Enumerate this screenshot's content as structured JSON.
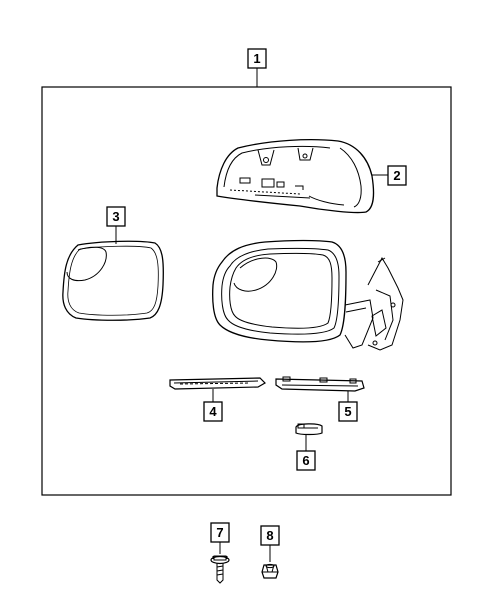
{
  "callouts": {
    "c1": "1",
    "c2": "2",
    "c3": "3",
    "c4": "4",
    "c5": "5",
    "c6": "6",
    "c7": "7",
    "c8": "8"
  },
  "parts": [
    {
      "callout": "1",
      "icon": "mirror-assembly-outline"
    },
    {
      "callout": "2",
      "icon": "mirror-cover-cap-icon"
    },
    {
      "callout": "3",
      "icon": "mirror-glass-icon"
    },
    {
      "callout": "4",
      "icon": "trim-strip-icon"
    },
    {
      "callout": "5",
      "icon": "bracket-strip-icon"
    },
    {
      "callout": "6",
      "icon": "lamp-icon"
    },
    {
      "callout": "7",
      "icon": "bolt-icon"
    },
    {
      "callout": "8",
      "icon": "nut-icon"
    }
  ],
  "colors": {
    "line": "#000000",
    "background": "#ffffff"
  }
}
